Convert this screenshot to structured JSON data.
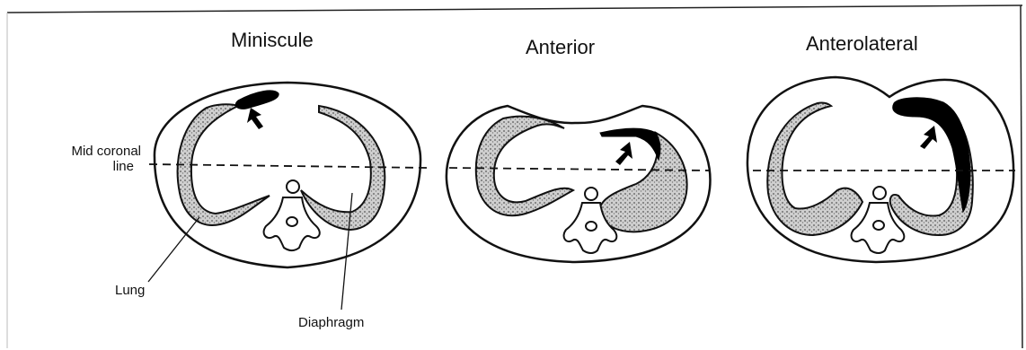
{
  "panels": [
    {
      "title": "Miniscule"
    },
    {
      "title": "Anterior"
    },
    {
      "title": "Anterolateral"
    }
  ],
  "labels": {
    "mid_coronal_line_1": "Mid coronal",
    "mid_coronal_line_2": "line",
    "lung": "Lung",
    "diaphragm": "Diaphragm"
  },
  "colors": {
    "ink": "#111111",
    "stipple": "#b9b9b9",
    "effusion": "#000000"
  }
}
